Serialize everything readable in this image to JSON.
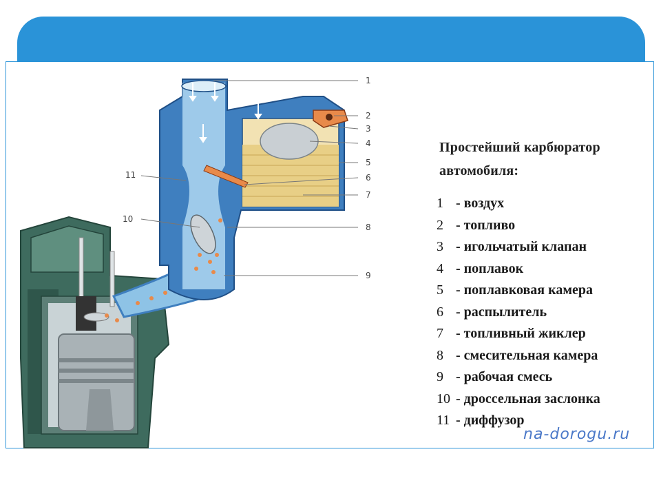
{
  "legend": {
    "title_line1": "Простейший карбюратор",
    "title_line2": "автомобиля:",
    "items": [
      {
        "num": "1",
        "text": "- воздух"
      },
      {
        "num": "2",
        "text": "- топливо"
      },
      {
        "num": "3",
        "text": "- игольчатый клапан"
      },
      {
        "num": "4",
        "text": "- поплавок"
      },
      {
        "num": "5",
        "text": "- поплавковая камера"
      },
      {
        "num": "6",
        "text": "- распылитель"
      },
      {
        "num": "7",
        "text": "- топливный жиклер"
      },
      {
        "num": "8",
        "text": "- смесительная камера"
      },
      {
        "num": "9",
        "text": "- рабочая смесь"
      },
      {
        "num": "10",
        "text": "- дроссельная заслонка"
      },
      {
        "num": "11",
        "text": "- диффузор"
      }
    ]
  },
  "callouts": [
    "1",
    "2",
    "3",
    "4",
    "5",
    "6",
    "7",
    "8",
    "9",
    "10",
    "11"
  ],
  "watermark": "na-dorogu.ru",
  "colors": {
    "header": "#2a93d8",
    "body_blue": "#3f7fbf",
    "light_blue": "#8ec3e6",
    "engine_green": "#3e6b5e",
    "fuel_yellow": "#e8cf86",
    "mixture_orange": "#e88a4a"
  }
}
